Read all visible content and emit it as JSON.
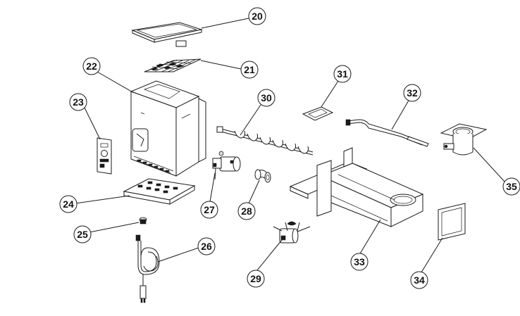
{
  "diagram": {
    "callouts": [
      {
        "id": "20",
        "label": "20",
        "part_icon": "hopper-lid"
      },
      {
        "id": "21",
        "label": "21",
        "part_icon": "grate-screen"
      },
      {
        "id": "22",
        "label": "22",
        "part_icon": "pellet-hopper"
      },
      {
        "id": "23",
        "label": "23",
        "part_icon": "controller-panel"
      },
      {
        "id": "24",
        "label": "24",
        "part_icon": "hopper-bottom-tray"
      },
      {
        "id": "25",
        "label": "25",
        "part_icon": "knob"
      },
      {
        "id": "26",
        "label": "26",
        "part_icon": "power-cord"
      },
      {
        "id": "27",
        "label": "27",
        "part_icon": "auger-motor"
      },
      {
        "id": "28",
        "label": "28",
        "part_icon": "bushing"
      },
      {
        "id": "29",
        "label": "29",
        "part_icon": "induction-fan"
      },
      {
        "id": "30",
        "label": "30",
        "part_icon": "auger"
      },
      {
        "id": "31",
        "label": "31",
        "part_icon": "gasket"
      },
      {
        "id": "32",
        "label": "32",
        "part_icon": "hot-rod-igniter"
      },
      {
        "id": "33",
        "label": "33",
        "part_icon": "auger-tube-assembly"
      },
      {
        "id": "34",
        "label": "34",
        "part_icon": "mounting-gasket"
      },
      {
        "id": "35",
        "label": "35",
        "part_icon": "fire-pot"
      }
    ]
  }
}
